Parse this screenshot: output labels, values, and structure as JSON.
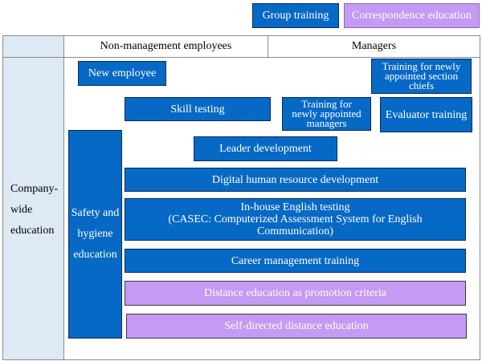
{
  "legend": {
    "group_training": "Group training",
    "correspondence_education": "Correspondence education"
  },
  "header": {
    "non_management": "Non-management employees",
    "managers": "Managers"
  },
  "row_label": {
    "line1": "Company-",
    "line2": "wide",
    "line3": "education"
  },
  "programs": {
    "new_employee": "New employee",
    "section_chiefs": {
      "line1": "Training for newly",
      "line2": "appointed section",
      "line3": "chiefs"
    },
    "skill_testing": "Skill testing",
    "new_managers": {
      "line1": "Training for",
      "line2": "newly appointed",
      "line3": "managers"
    },
    "evaluator_training": "Evaluator training",
    "leader_development": "Leader development",
    "safety_hygiene": {
      "line1": "Safety and",
      "line2": "hygiene",
      "line3": "education"
    },
    "digital_hr": "Digital human resource development",
    "english_testing": {
      "line1": "In-house English testing",
      "line2": "(CASEC: Computerized Assessment System for English",
      "line3": "Communication)"
    },
    "career_management": "Career management training",
    "distance_promotion": "Distance education as promotion criteria",
    "self_directed": "Self-directed distance education"
  },
  "colors": {
    "group_training": "#0769c6",
    "correspondence_education": "#c49af4",
    "left_column": "#dde9f5"
  }
}
